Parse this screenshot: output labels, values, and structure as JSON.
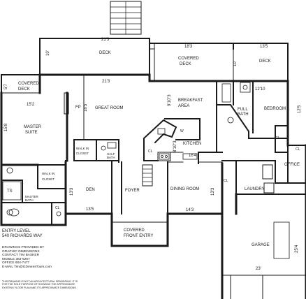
{
  "rooms": {
    "deck_left": "DECK",
    "covered_deck_top": [
      "COVERED",
      "DECK"
    ],
    "deck_right": "DECK",
    "covered_deck_left": [
      "COVERED",
      "DECK"
    ],
    "master_suite": [
      "MASTER",
      "SUITE"
    ],
    "fp": "FP",
    "great_room": "GREAT ROOM",
    "breakfast_area": [
      "BREAKFAST",
      "AREA"
    ],
    "bedroom": "BEDROOM",
    "full_bath": [
      "FULL",
      "BATH"
    ],
    "kitchen": "KITCHEN",
    "walk_in_closet_a": [
      "WALK IN",
      "CLOSET"
    ],
    "half_bath": [
      "HALF",
      "BATH"
    ],
    "walk_in_closet_b": [
      "WALK IN",
      "CLOSET"
    ],
    "ts": "TS",
    "master_bath": [
      "MASTER",
      "BATH"
    ],
    "den": "DEN",
    "foyer": "FOYER",
    "dining_room": "DINING ROOM",
    "office": "OFFICE",
    "laundry": "LAUNDRY",
    "covered_front_entry": [
      "COVERED",
      "FRONT ENTRY"
    ],
    "garage": "GARAGE",
    "cl": "CL",
    "w": "W"
  },
  "dimensions": {
    "deck_left_w": "21'3",
    "deck_left_h": "10'",
    "covered_deck_w": "18'3",
    "covered_deck_h": "10'",
    "deck_right_w": "13'5",
    "covered_deck_left_h": "5'7",
    "great_room_w": "21'3",
    "master_w": "15'2",
    "master_h": "15'8",
    "great_room_h": "18'5",
    "breakfast_h": "9'10\"3",
    "kitchen_h": "8'10\"3",
    "kitchen_w": "16'4",
    "bedroom_w": "12'10",
    "bedroom_h": "12'5",
    "den_h": "13'3",
    "den_w": "13'5",
    "dining_h": "13'3",
    "dining_w": "14'3",
    "garage_w": "23'",
    "garage_h": "25'4"
  },
  "info": {
    "entry_level": "ENTRY LEVEL",
    "address": "540 RICHARDS WAY",
    "credits": [
      "DRAWINGS PROVIDED BY",
      "GRAPHIC DIMENSIONS",
      "CONTACT TIM BASKER",
      "MOBILE 363-6267",
      "OFFICE 904-7477",
      "E-MAIL Tim@GDmensTours.com"
    ],
    "disclaimer": "THIS DRAWING IS NOT AN ARCHITECTURAL RENDERING. IT IS FOR THE SOLE PURPOSE OF SHOWING THE APPROXIMATE EXISTING FLOOR PLAN AND ITS APPROXIMATE DIMENSIONS."
  }
}
